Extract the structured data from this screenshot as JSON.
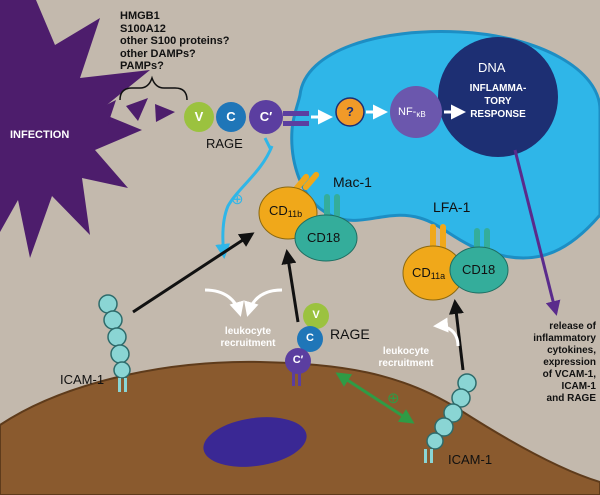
{
  "infection": {
    "label": "INFECTION"
  },
  "ligands": [
    "HMGB1",
    "S100A12",
    "other S100 proteins?",
    "other DAMPs?",
    "PAMPs?"
  ],
  "rage": {
    "label": "RAGE",
    "domains": [
      "V",
      "C",
      "C′"
    ]
  },
  "signaling": {
    "unknown": "?",
    "nfkb": {
      "main": "NF-",
      "sub": "κB"
    }
  },
  "nucleus": {
    "dna": "DNA",
    "response": [
      "INFLAMMA-",
      "TORY",
      "RESPONSE"
    ]
  },
  "mac1": {
    "label": "Mac-1",
    "cd11b": {
      "main": "CD",
      "sub": "11b"
    },
    "cd18": "CD18"
  },
  "lfa1": {
    "label": "LFA-1",
    "cd11a": {
      "main": "CD",
      "sub": "11a"
    },
    "cd18": "CD18"
  },
  "icam1": {
    "left": "ICAM-1",
    "right": "ICAM-1"
  },
  "recruitment": {
    "left": [
      "leukocyte",
      "recruitment"
    ],
    "right": [
      "leukocyte",
      "recruitment"
    ]
  },
  "plus": "⊕",
  "release": [
    "release of",
    "inflammatory",
    "cytokines,",
    "expression",
    "of VCAM-1,",
    "ICAM-1",
    "and RAGE"
  ],
  "colors": {
    "background": "#c3b9ad",
    "cell": "#2fb6e8",
    "cell_stroke": "#1d8ec4",
    "nucleus": "#1d2f73",
    "endothelium": "#8a5a2e",
    "endothelium_nucleus": "#3a2894",
    "infection": "#4d1d6c",
    "v_domain": "#9bc23f",
    "c_domain": "#1f76b8",
    "cprime_domain": "#5b3ea0",
    "unknown": "#f19a28",
    "nfkb": "#6b57ad",
    "cd11": "#f0a81a",
    "cd18": "#34ad9b",
    "icam": "#8ad5d4",
    "arrow_black": "#111111",
    "arrow_blue": "#2fb6e8",
    "arrow_green": "#2f9b45",
    "arrow_purple": "#5a2b8c"
  }
}
